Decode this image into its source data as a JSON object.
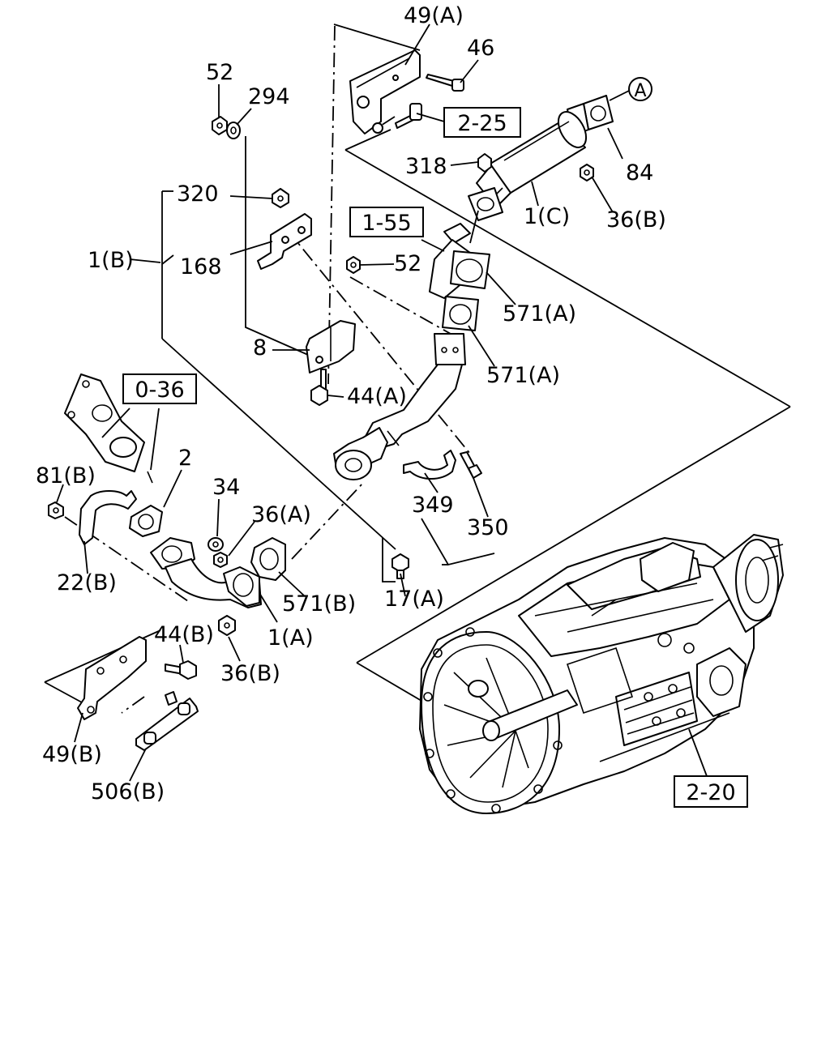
{
  "diagram": {
    "part_labels": {
      "p49a": "49(A)",
      "p46": "46",
      "p52_top": "52",
      "p294": "294",
      "pA_circle": "A",
      "p318": "318",
      "p84": "84",
      "p320": "320",
      "p1c": "1(C)",
      "p36b_top": "36(B)",
      "p1b": "1(B)",
      "p168": "168",
      "p52_mid": "52",
      "p571a_1": "571(A)",
      "p8": "8",
      "p571a_2": "571(A)",
      "p44a": "44(A)",
      "p2": "2",
      "p81b": "81(B)",
      "p34": "34",
      "p36a": "36(A)",
      "p349": "349",
      "p350": "350",
      "p22b": "22(B)",
      "p571b": "571(B)",
      "p17a": "17(A)",
      "p1a": "1(A)",
      "p44b": "44(B)",
      "p36b_bot": "36(B)",
      "p49b": "49(B)",
      "p506b": "506(B)"
    },
    "reference_boxes": {
      "ref_2_25": "2-25",
      "ref_1_55": "1-55",
      "ref_0_36": "0-36",
      "ref_2_20": "2-20"
    }
  }
}
